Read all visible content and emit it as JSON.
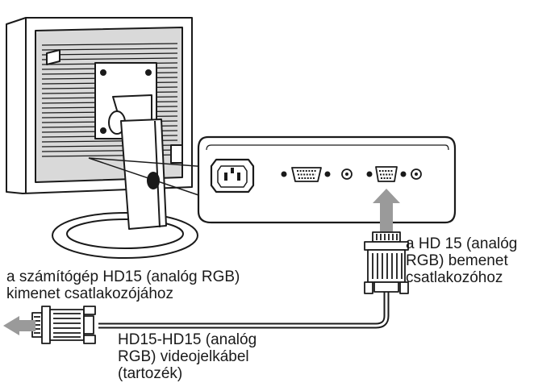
{
  "labels": {
    "monitor_input": {
      "lines": [
        "a HD 15 (analóg",
        "RGB) bemenet",
        "csatlakozóhoz"
      ]
    },
    "pc_output": {
      "lines": [
        "a számítógép HD15 (analóg RGB)",
        "kimenet csatlakozójához"
      ]
    },
    "cable": {
      "lines": [
        "HD15-HD15 (analóg",
        "RGB) videojelkábel",
        "(tartozék)"
      ]
    }
  },
  "colors": {
    "line": "#1a1a1a",
    "fill_light": "#ffffff",
    "fill_gray": "#d9d9d9",
    "arrow_gray": "#9a9a9a"
  }
}
